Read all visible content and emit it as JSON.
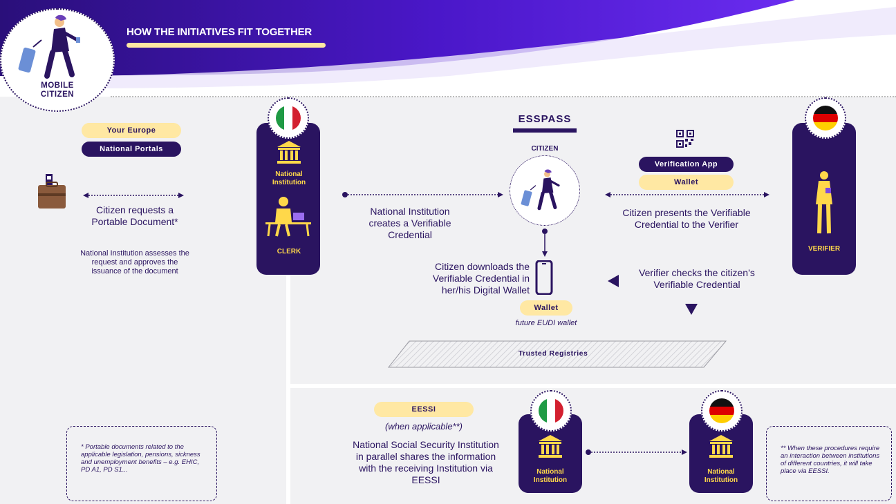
{
  "header": {
    "title": "HOW THE INITIATIVES FIT TOGETHER",
    "persona_label_1": "MOBILE",
    "persona_label_2": "CITIZEN"
  },
  "left": {
    "pill_your_europe": "Your Europe",
    "pill_national_portals": "National Portals",
    "request_text": "Citizen requests a Portable Document*",
    "assess_text": "National Institution assesses the request and approves the issuance of the document",
    "footnote": "* Portable documents related to the applicable legislation, pensions, sickness and unemployment benefits – e.g. EHIC, PD A1, PD S1..."
  },
  "italy_card": {
    "institution_label": "National Institution",
    "clerk_label": "CLERK"
  },
  "esspass": {
    "title": "ESSPASS",
    "citizen_label": "CITIZEN",
    "creates_text": "National Institution creates a Verifiable Credential",
    "downloads_text": "Citizen downloads the Verifiable Credential in her/his Digital Wallet",
    "wallet_pill": "Wallet",
    "future_text": "future EUDI wallet",
    "verification_app_pill": "Verification App",
    "wallet_pill_right": "Wallet",
    "presents_text": "Citizen presents the Verifiable Credential to the Verifier",
    "checks_text": "Verifier checks the citizen’s Verifiable Credential",
    "trusted_registries": "Trusted Registries"
  },
  "germany_card": {
    "verifier_label": "VERIFIER"
  },
  "bottom": {
    "eessi_pill": "EESSI",
    "when_applicable": "(when applicable**)",
    "shares_text": "National Social Security Institution in parallel shares the information with the receiving Institution via EESSI",
    "italy_institution_label": "National Institution",
    "germany_institution_label": "National Institution",
    "footnote": "** When these procedures require an interaction between institutions of different countries, it will take place via EESSI."
  },
  "colors": {
    "navy": "#2a1460",
    "purple": "#5b21d6",
    "yellow": "#ffd84a",
    "pale_yellow": "#ffe8a3",
    "panel_gray": "#f1f1f3"
  },
  "icons": [
    "briefcase-icon",
    "bank-icon",
    "clerk-icon",
    "qr-code-icon",
    "phone-icon",
    "verifier-person-icon",
    "traveler-icon",
    "italy-flag-icon",
    "germany-flag-icon"
  ]
}
